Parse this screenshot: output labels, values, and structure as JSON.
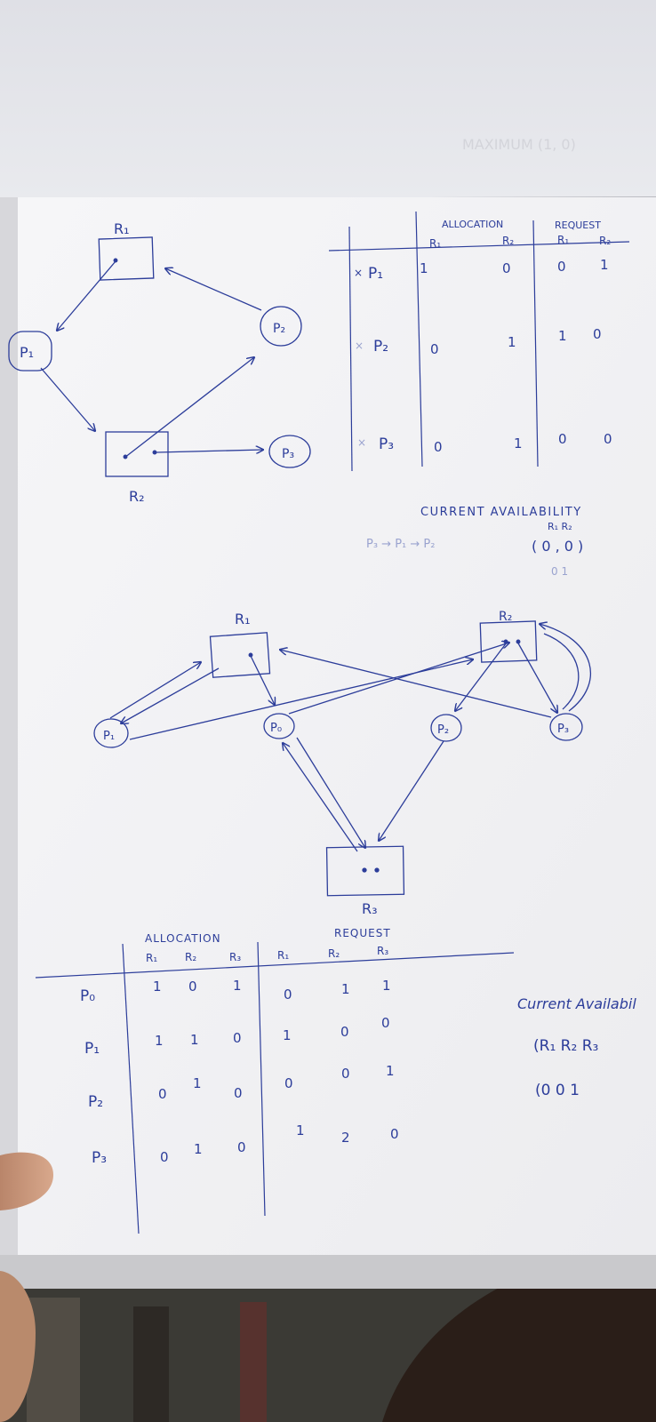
{
  "page": {
    "bleed_text": "MAXIMUM (1, 0)"
  },
  "diagram1": {
    "resources": [
      {
        "label": "R₁"
      },
      {
        "label": "R₂"
      }
    ],
    "processes": [
      {
        "label": "P₁"
      },
      {
        "label": "P₂"
      },
      {
        "label": "P₃"
      }
    ]
  },
  "table1": {
    "headers": {
      "allocation": "ALLOCATION",
      "request": "REQUEST"
    },
    "subheaders": [
      "R₁",
      "R₂",
      "R₁",
      "R₂"
    ],
    "rows": [
      {
        "mark": "×",
        "process": "P₁",
        "cells": [
          "1",
          "0",
          "0",
          "1"
        ]
      },
      {
        "mark": "×",
        "process": "P₂",
        "cells": [
          "0",
          "1",
          "1",
          "0"
        ]
      },
      {
        "mark": "×",
        "process": "P₃",
        "cells": [
          "0",
          "1",
          "0",
          "0"
        ]
      }
    ]
  },
  "availability1": {
    "title": "CURRENT AVAILABILITY",
    "headers": "R₁  R₂",
    "values": "( 0 , 0 )",
    "faint_values": "0   1",
    "sequence": "P₃ → P₁ → P₂"
  },
  "diagram2": {
    "resources": [
      {
        "label": "R₁"
      },
      {
        "label": "R₂"
      },
      {
        "label": "R₃"
      }
    ],
    "processes": [
      {
        "label": "P₁"
      },
      {
        "label": "P₀"
      },
      {
        "label": "P₂"
      },
      {
        "label": "P₃"
      }
    ]
  },
  "table2": {
    "headers": {
      "allocation": "ALLOCATION",
      "request": "REQUEST"
    },
    "subheaders": [
      "R₁",
      "R₂",
      "R₃",
      "R₁",
      "R₂",
      "R₃"
    ],
    "rows": [
      {
        "process": "P₀",
        "cells": [
          "1",
          "0",
          "1",
          "0",
          "1",
          "1"
        ]
      },
      {
        "process": "P₁",
        "cells": [
          "1",
          "1",
          "0",
          "1",
          "0",
          "0"
        ]
      },
      {
        "process": "P₂",
        "cells": [
          "0",
          "1",
          "0",
          "0",
          "0",
          "1"
        ]
      },
      {
        "process": "P₃",
        "cells": [
          "0",
          "1",
          "0",
          "1",
          "2",
          "0"
        ]
      }
    ]
  },
  "availability2": {
    "title": "Current Availabil",
    "headers": "(R₁  R₂  R₃",
    "values": "(0   0   1"
  }
}
